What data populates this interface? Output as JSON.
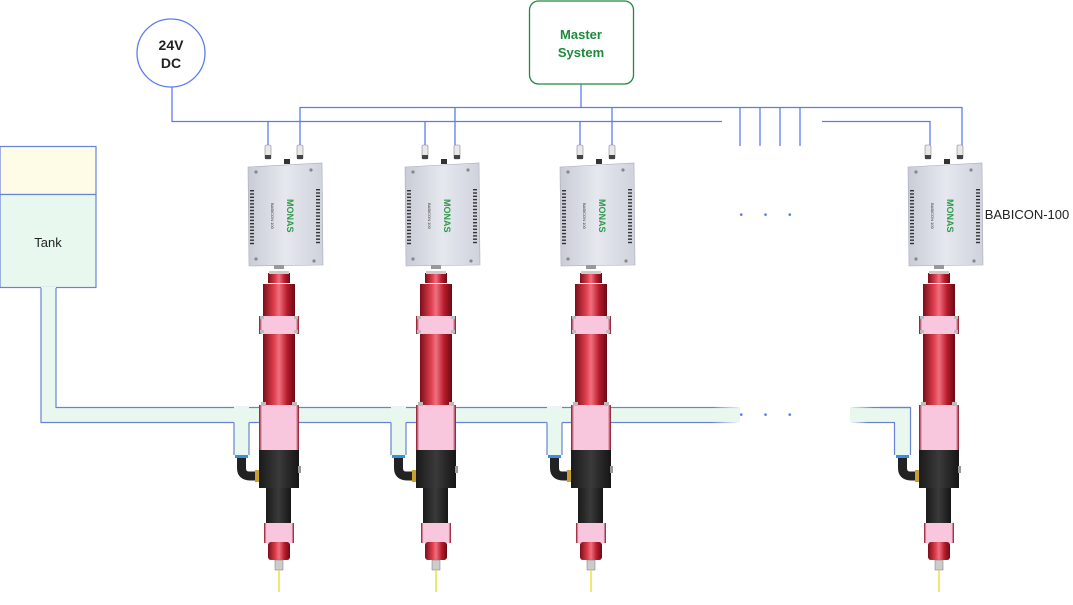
{
  "power": {
    "line1": "24V",
    "line2": "DC"
  },
  "master": {
    "line1": "Master",
    "line2": "System"
  },
  "tank": {
    "label": "Tank"
  },
  "controller": {
    "model_label": "BABICON-100",
    "brand": "MONAS",
    "device_text": "BABICON 100"
  },
  "ellipsis": "• • •",
  "colors": {
    "line": "#5b7cf0",
    "pipe_fill": "#e8f8ee",
    "pipe_stroke": "#6a82d4",
    "tank_top": "#fefce6",
    "master_green": "#1e8a3c",
    "dispenser_red": "#b81c2c",
    "dispenser_pink": "#f9c7dd"
  }
}
